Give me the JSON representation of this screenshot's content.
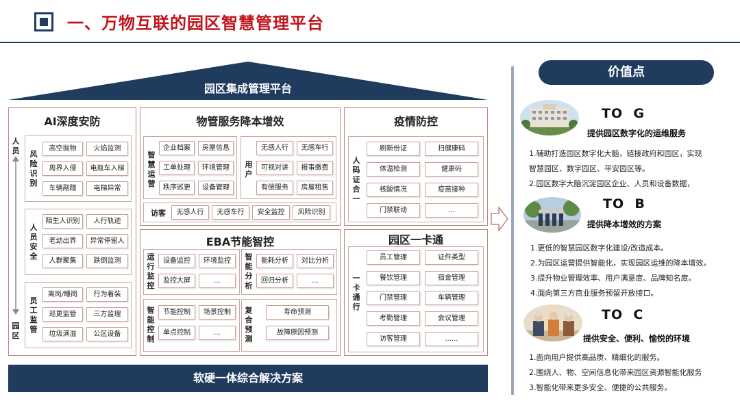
{
  "header": {
    "title": "一、万物互联的园区智慧管理平台"
  },
  "platform": {
    "roof_label": "园区集成管理平台",
    "bottom_label": "软硬一体综合解决方案"
  },
  "ai_security": {
    "title": "AI深度安防",
    "axis_top": "人员",
    "axis_bottom": "园区",
    "groups": [
      {
        "label": "风险识别",
        "items": [
          "高空抛物",
          "火焰监测",
          "周界入侵",
          "电瓶车入梯",
          "车辆剐蹭",
          "电梯异常"
        ]
      },
      {
        "label": "人员安全",
        "items": [
          "陌生人识别",
          "人行轨迹",
          "老幼出界",
          "异常停留人",
          "人群聚集",
          "跌倒监测"
        ]
      },
      {
        "label": "员工监管",
        "items": [
          "离岗/睡岗",
          "行为着装",
          "巡更监管",
          "三方监理",
          "垃圾满溢",
          "公区设备"
        ]
      }
    ]
  },
  "property": {
    "title": "物管服务降本增效",
    "ops_label": "智慧运营",
    "ops_items": [
      "企业档案",
      "房屋信息",
      "工单处理",
      "环境管理",
      "秩序巡更",
      "设备管理"
    ],
    "user_label": "用户",
    "user_items": [
      "无感人行",
      "无感车行",
      "可视对讲",
      "报事缴费",
      "有偿服务",
      "房屋租售"
    ],
    "visitor_label": "访客",
    "visitor_items": [
      "无感人行",
      "无感车行",
      "安全监控",
      "风险识别"
    ]
  },
  "eba": {
    "title": "EBA节能智控",
    "groups": [
      {
        "label": "运行监控",
        "items": [
          "设备监控",
          "环境监控",
          "监控大屏",
          "..."
        ]
      },
      {
        "label": "智能分析",
        "items": [
          "能耗分析",
          "对比分析",
          "回归分析",
          "..."
        ]
      },
      {
        "label": "智能控制",
        "items": [
          "节能控制",
          "场景控制",
          "单点控制",
          "..."
        ]
      },
      {
        "label": "复合预测",
        "items": [
          "寿命预测",
          "故障原因预测"
        ]
      }
    ]
  },
  "epidemic": {
    "title": "疫情防控",
    "label": "人码证合一",
    "items": [
      "刷新份证",
      "扫健康码",
      "体温检测",
      "健康码",
      "核酸情况",
      "疫苗接种",
      "门禁联动",
      "..."
    ]
  },
  "card": {
    "title": "园区一卡通",
    "label": "一卡通行",
    "items": [
      "员工管理",
      "证件类型",
      "餐饮管理",
      "宿舍管理",
      "门禁管理",
      "车辆管理",
      "考勤管理",
      "会议管理",
      "访客管理",
      "......"
    ]
  },
  "value": {
    "title": "价值点",
    "sections": [
      {
        "heading": "TO  G",
        "subtitle": "提供园区数字化的运维服务",
        "photo_icon": "government-building-photo",
        "items": [
          "1.辅助打造园区数字化大脑，链接政府和园区，实现",
          "智慧园区、数字园区、平安园区等。",
          "2.园区数字大脑沉淀园区企业、人员和设备数据，"
        ]
      },
      {
        "heading": "TO  B",
        "subtitle": "提供降本增效的方案",
        "photo_icon": "security-patrol-photo",
        "items": [
          "1.更低的智慧园区数字化建设/改造成本。",
          "2.为园区运营提供智能化，实现园区运维的降本增效。",
          "3.提升物业管理效率、用户满意度、品牌知名度。",
          "4.面向第三方商业服务预留开放接口。"
        ]
      },
      {
        "heading": "TO  C",
        "subtitle": "提供安全、便利、愉悦的环境",
        "photo_icon": "residents-service-photo",
        "items": [
          "1.面向用户提供高品质、精细化的服务。",
          "2.围绕人、物、空间信息化带来园区资源智能化服务",
          "3.智能化带来更多安全、便捷的公共服务。"
        ]
      }
    ]
  },
  "colors": {
    "navy": "#1f3b5e",
    "title_red": "#c0151c",
    "border": "#b88a7e"
  }
}
